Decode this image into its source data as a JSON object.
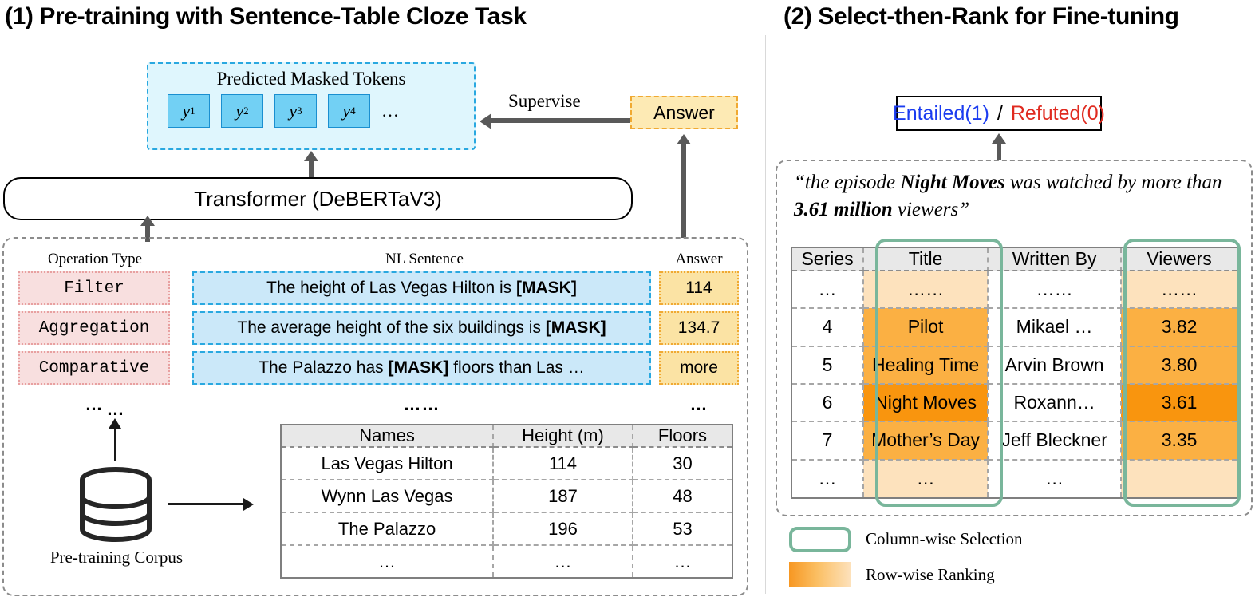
{
  "panels": {
    "left_title": "(1) Pre-training with Sentence-Table Cloze Task",
    "right_title": "(2) Select-then-Rank for Fine-tuning"
  },
  "colors": {
    "mask_panel_bg": "#dff6fd",
    "mask_panel_border": "#29a8e0",
    "token_bg": "#72d0f4",
    "answer_bg": "#fdeab4",
    "answer_border": "#f0a932",
    "op_bg": "#f8dfdf",
    "op_border": "#e8a0a0",
    "nl_bg": "#cbe8f9",
    "selection_green": "#79b69b",
    "rank_orange_dark": "#f79722",
    "rank_orange_light": "#fde2bd",
    "entailed_blue": "#1b3cf0",
    "refuted_red": "#e02b20",
    "arrow_gray": "#595959"
  },
  "masked_tokens_panel": {
    "title": "Predicted Masked Tokens",
    "tokens": [
      {
        "base": "y",
        "sub": "1"
      },
      {
        "base": "y",
        "sub": "2"
      },
      {
        "base": "y",
        "sub": "3"
      },
      {
        "base": "y",
        "sub": "4"
      }
    ],
    "trailing_ellipsis": "…"
  },
  "supervise": {
    "label": "Supervise",
    "icon": "arrow-left-icon"
  },
  "answer_box": {
    "label": "Answer"
  },
  "transformer": {
    "label": "Transformer (DeBERTaV3)"
  },
  "sentence_table": {
    "headers": {
      "operation_type": "Operation Type",
      "nl_sentence": "NL Sentence",
      "answer": "Answer"
    },
    "rows": [
      {
        "operation": "Filter",
        "sentence_pre": "The height of Las Vegas Hilton is ",
        "sentence_mask": "[MASK]",
        "sentence_post": "",
        "answer": "114"
      },
      {
        "operation": "Aggregation",
        "sentence_pre": "The average height of the six buildings is ",
        "sentence_mask": "[MASK]",
        "sentence_post": "",
        "answer": "134.7"
      },
      {
        "operation": "Comparative",
        "sentence_pre": "The Palazzo has ",
        "sentence_mask": "[MASK]",
        "sentence_post": " floors than Las …",
        "answer": "more"
      }
    ],
    "ellipsis_row": {
      "operation": "…",
      "sentence": "……",
      "answer": "…"
    }
  },
  "corpus": {
    "label": "Pre-training Corpus",
    "icon": "database-icon",
    "up_ellipsis": "…"
  },
  "left_table": {
    "columns": [
      "Names",
      "Height (m)",
      "Floors"
    ],
    "rows": [
      [
        "Las Vegas Hilton",
        "114",
        "30"
      ],
      [
        "Wynn Las Vegas",
        "187",
        "48"
      ],
      [
        "The Palazzo",
        "196",
        "53"
      ],
      [
        "…",
        "…",
        "…"
      ]
    ]
  },
  "verdict": {
    "entailed": "Entailed(1)",
    "separator": "/",
    "refuted": "Refuted(0)"
  },
  "claim": {
    "open_quote": "“",
    "part1": "the episode ",
    "bold1": "Night Moves",
    "part2": " was watched by more than ",
    "bold2": "3.61 million",
    "part3": " viewers",
    "close_quote": "”"
  },
  "right_table": {
    "columns": [
      "Series",
      "Title",
      "Written By",
      "Viewers"
    ],
    "rows": [
      {
        "series": "…",
        "title": "……",
        "written_by": "……",
        "viewers": "……",
        "rank": "none"
      },
      {
        "series": "4",
        "title": "Pilot",
        "written_by": "Mikael …",
        "viewers": "3.82",
        "rank": "mid"
      },
      {
        "series": "5",
        "title": "Healing Time",
        "written_by": "Arvin Brown",
        "viewers": "3.80",
        "rank": "mid"
      },
      {
        "series": "6",
        "title": "Night Moves",
        "written_by": "Roxann…",
        "viewers": "3.61",
        "rank": "top"
      },
      {
        "series": "7",
        "title": "Mother’s Day",
        "written_by": "Jeff Bleckner",
        "viewers": "3.35",
        "rank": "mid"
      },
      {
        "series": "…",
        "title": "…",
        "written_by": "…",
        "viewers": "",
        "rank": "none"
      }
    ],
    "selected_columns": [
      "Title",
      "Viewers"
    ]
  },
  "legend": {
    "items": [
      {
        "label": "Column-wise Selection",
        "swatch": "green-outline-box"
      },
      {
        "label": "Row-wise Ranking",
        "swatch": "orange-gradient-box"
      }
    ]
  }
}
